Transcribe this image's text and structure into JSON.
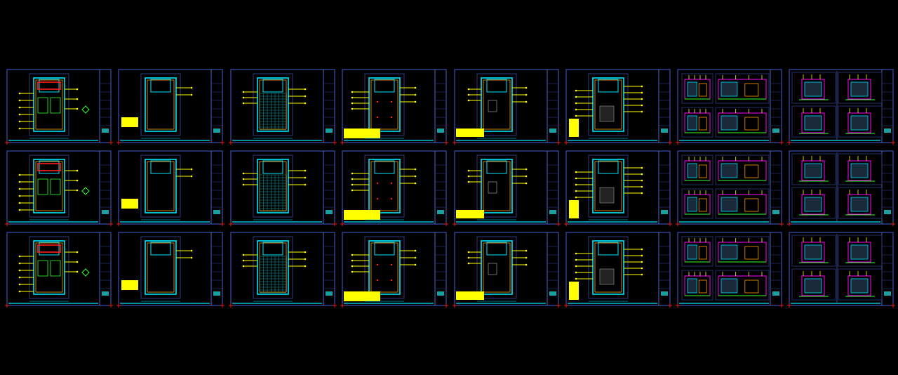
{
  "colors": {
    "background": "#000000",
    "frame": "#3d4fb0",
    "inner_frame": "#4d62cc",
    "wall": "#00e5ff",
    "leader": "#ffff00",
    "highlight": "#ff2020",
    "fixture": "#33ff33",
    "accent": "#ff00ff",
    "note": "#ffff00",
    "corner_tick": "#c01818"
  },
  "sheets": {
    "rows": 3,
    "columns": 8,
    "column_types": [
      "layout",
      "demolition",
      "flooring",
      "ceiling",
      "lighting",
      "electrical",
      "elevations",
      "elevations"
    ],
    "rows_list": [
      {
        "row": 1,
        "columns": [
          "layout",
          "demolition",
          "flooring",
          "ceiling",
          "lighting",
          "electrical",
          "elevations",
          "elevations"
        ]
      },
      {
        "row": 2,
        "columns": [
          "layout",
          "demolition",
          "flooring",
          "ceiling",
          "lighting",
          "electrical",
          "elevations",
          "elevations"
        ]
      },
      {
        "row": 3,
        "columns": [
          "layout",
          "demolition",
          "flooring",
          "ceiling",
          "lighting",
          "electrical",
          "elevations",
          "elevations"
        ]
      }
    ]
  }
}
